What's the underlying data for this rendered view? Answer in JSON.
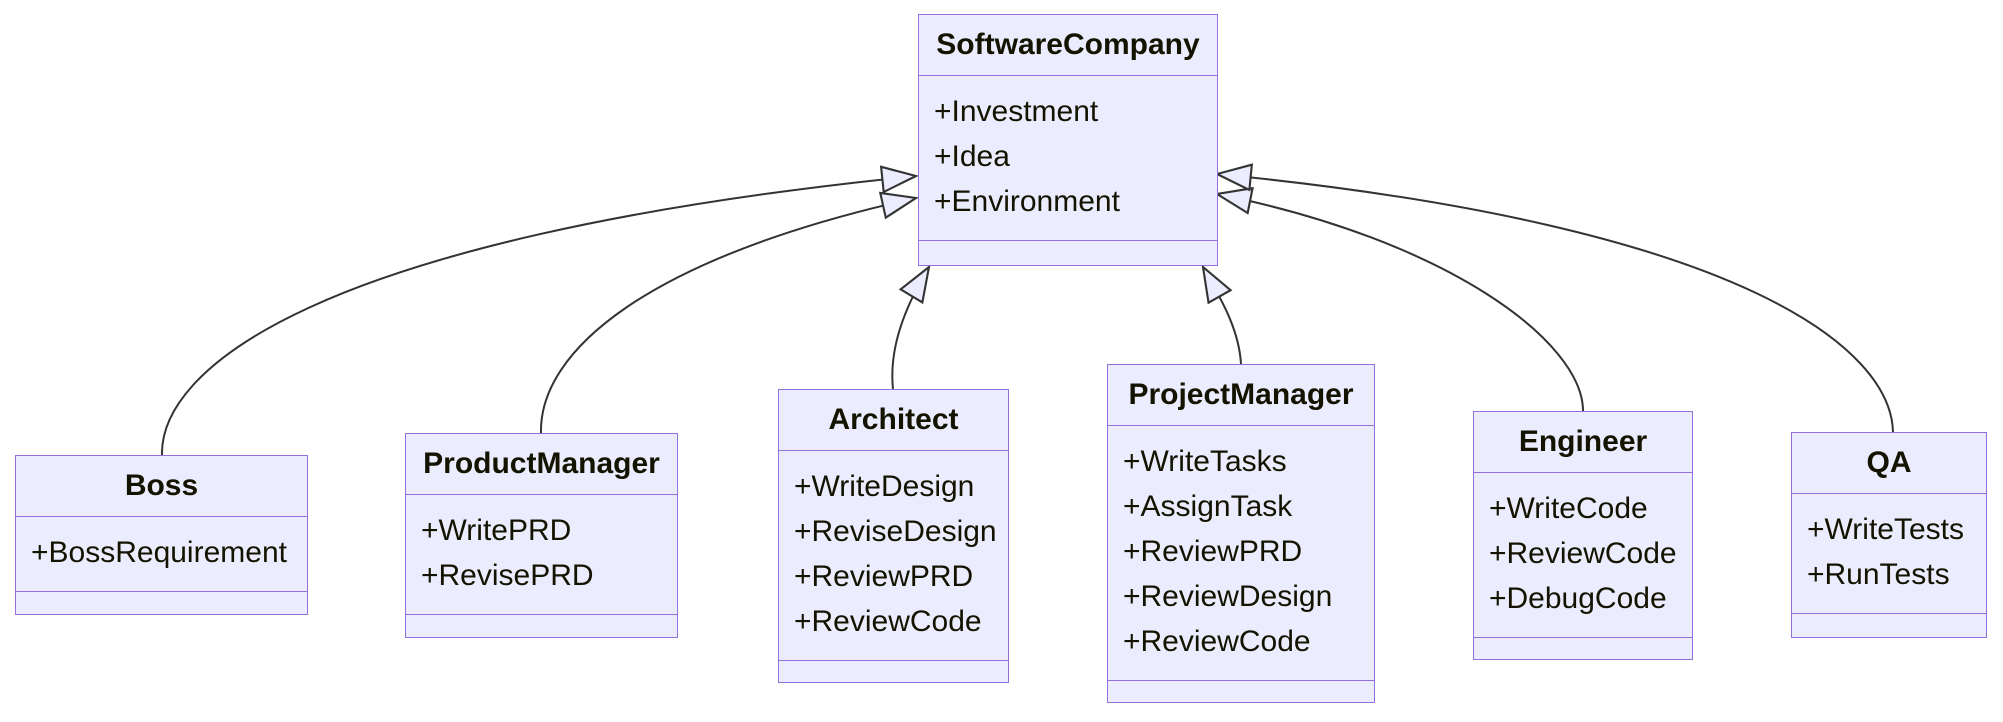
{
  "diagram": {
    "kind": "uml-class-diagram",
    "background_color": "#ffffff",
    "colors": {
      "class_fill": "#ECECFF",
      "class_border": "#9370DB",
      "edge_line": "#333333",
      "arrowhead_fill": "#ECECFF",
      "text": "#131300"
    },
    "classes": [
      {
        "id": "softwarecompany",
        "name": "SoftwareCompany",
        "members": [
          "+Investment",
          "+Idea",
          "+Environment"
        ],
        "methods": []
      },
      {
        "id": "boss",
        "name": "Boss",
        "members": [
          "+BossRequirement"
        ],
        "methods": []
      },
      {
        "id": "productmanager",
        "name": "ProductManager",
        "members": [
          "+WritePRD",
          "+RevisePRD"
        ],
        "methods": []
      },
      {
        "id": "architect",
        "name": "Architect",
        "members": [
          "+WriteDesign",
          "+ReviseDesign",
          "+ReviewPRD",
          "+ReviewCode"
        ],
        "methods": []
      },
      {
        "id": "projectmanager",
        "name": "ProjectManager",
        "members": [
          "+WriteTasks",
          "+AssignTask",
          "+ReviewPRD",
          "+ReviewDesign",
          "+ReviewCode"
        ],
        "methods": []
      },
      {
        "id": "engineer",
        "name": "Engineer",
        "members": [
          "+WriteCode",
          "+ReviewCode",
          "+DebugCode"
        ],
        "methods": []
      },
      {
        "id": "qa",
        "name": "QA",
        "members": [
          "+WriteTests",
          "+RunTests"
        ],
        "methods": []
      }
    ],
    "relationships": [
      {
        "from": "Boss",
        "to": "SoftwareCompany",
        "type": "inheritance"
      },
      {
        "from": "ProductManager",
        "to": "SoftwareCompany",
        "type": "inheritance"
      },
      {
        "from": "Architect",
        "to": "SoftwareCompany",
        "type": "inheritance"
      },
      {
        "from": "ProjectManager",
        "to": "SoftwareCompany",
        "type": "inheritance"
      },
      {
        "from": "Engineer",
        "to": "SoftwareCompany",
        "type": "inheritance"
      },
      {
        "from": "QA",
        "to": "SoftwareCompany",
        "type": "inheritance"
      }
    ]
  }
}
